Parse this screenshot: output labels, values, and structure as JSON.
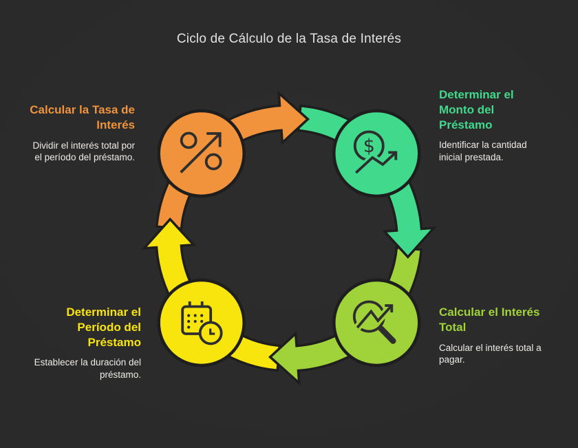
{
  "page_title": "Ciclo de Cálculo de la Tasa de Interés",
  "diagram": {
    "background_color": "#2A2A2A",
    "outline_color": "#1E1E1E",
    "icon_stroke_color": "#2E2E2E",
    "title_text_color": "#E2E2E2",
    "description_text_color": "#EFECE7",
    "flow": "clockwise",
    "steps": [
      {
        "id": "calcular-tasa",
        "position": "top-left",
        "title": "Calcular la Tasa de\nInterés",
        "description": "Dividir el interés total por\nel período del préstamo.",
        "color": "#F0933C",
        "icon": "percent-arrow-icon"
      },
      {
        "id": "determinar-monto",
        "position": "top-right",
        "title": "Determinar el\nMonto del\nPréstamo",
        "description": "Identificar la cantidad\ninicial prestada.",
        "color": "#41D98C",
        "icon": "dollar-growth-icon"
      },
      {
        "id": "calcular-interes",
        "position": "bottom-right",
        "title": "Calcular el Interés\nTotal",
        "description": "Calcular el interés total a\npagar.",
        "color": "#A0D23A",
        "icon": "magnifier-trend-icon"
      },
      {
        "id": "determinar-periodo",
        "position": "bottom-left",
        "title": "Determinar el\nPeríodo del\nPréstamo",
        "description": "Establecer la duración del\npréstamo.",
        "color": "#F9E50E",
        "icon": "calendar-clock-icon"
      }
    ]
  }
}
